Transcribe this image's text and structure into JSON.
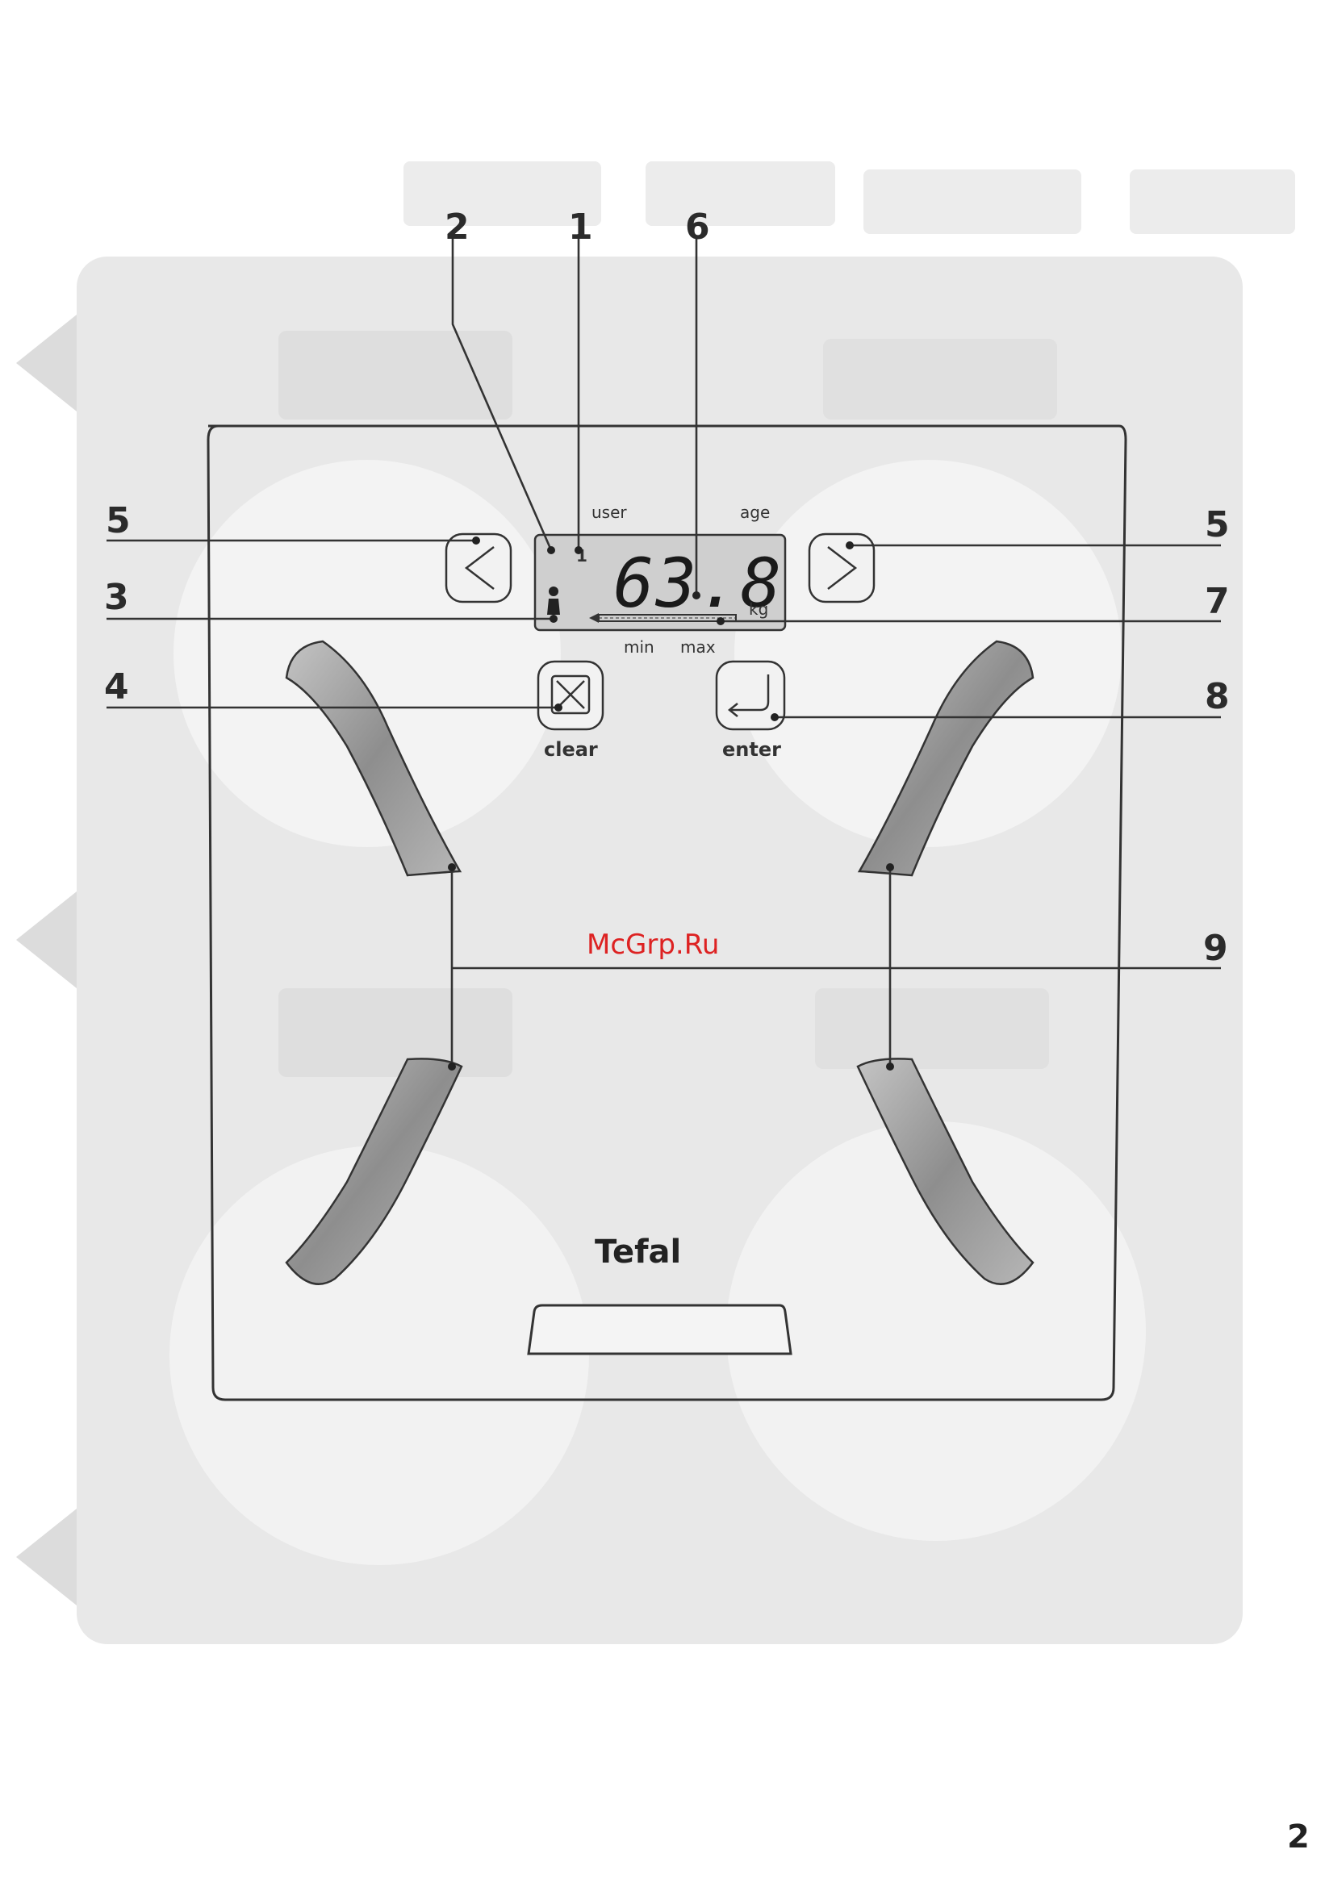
{
  "callouts": {
    "c1": "1",
    "c2": "2",
    "c3": "3",
    "c4": "4",
    "c5_left": "5",
    "c5_right": "5",
    "c6": "6",
    "c7": "7",
    "c8": "8",
    "c9": "9"
  },
  "display": {
    "user_label": "user",
    "age_label": "age",
    "user_number": "1",
    "weight": "63.8",
    "unit": "kg",
    "min_label": "min",
    "max_label": "max"
  },
  "buttons": {
    "clear_label": "clear",
    "enter_label": "enter"
  },
  "brand": "Tefal",
  "watermark": "McGrp.Ru",
  "page_number": "2",
  "colors": {
    "background_panel": "#e6e6e6",
    "electrode": "#9a9a9a",
    "watermark": "#d22222"
  }
}
